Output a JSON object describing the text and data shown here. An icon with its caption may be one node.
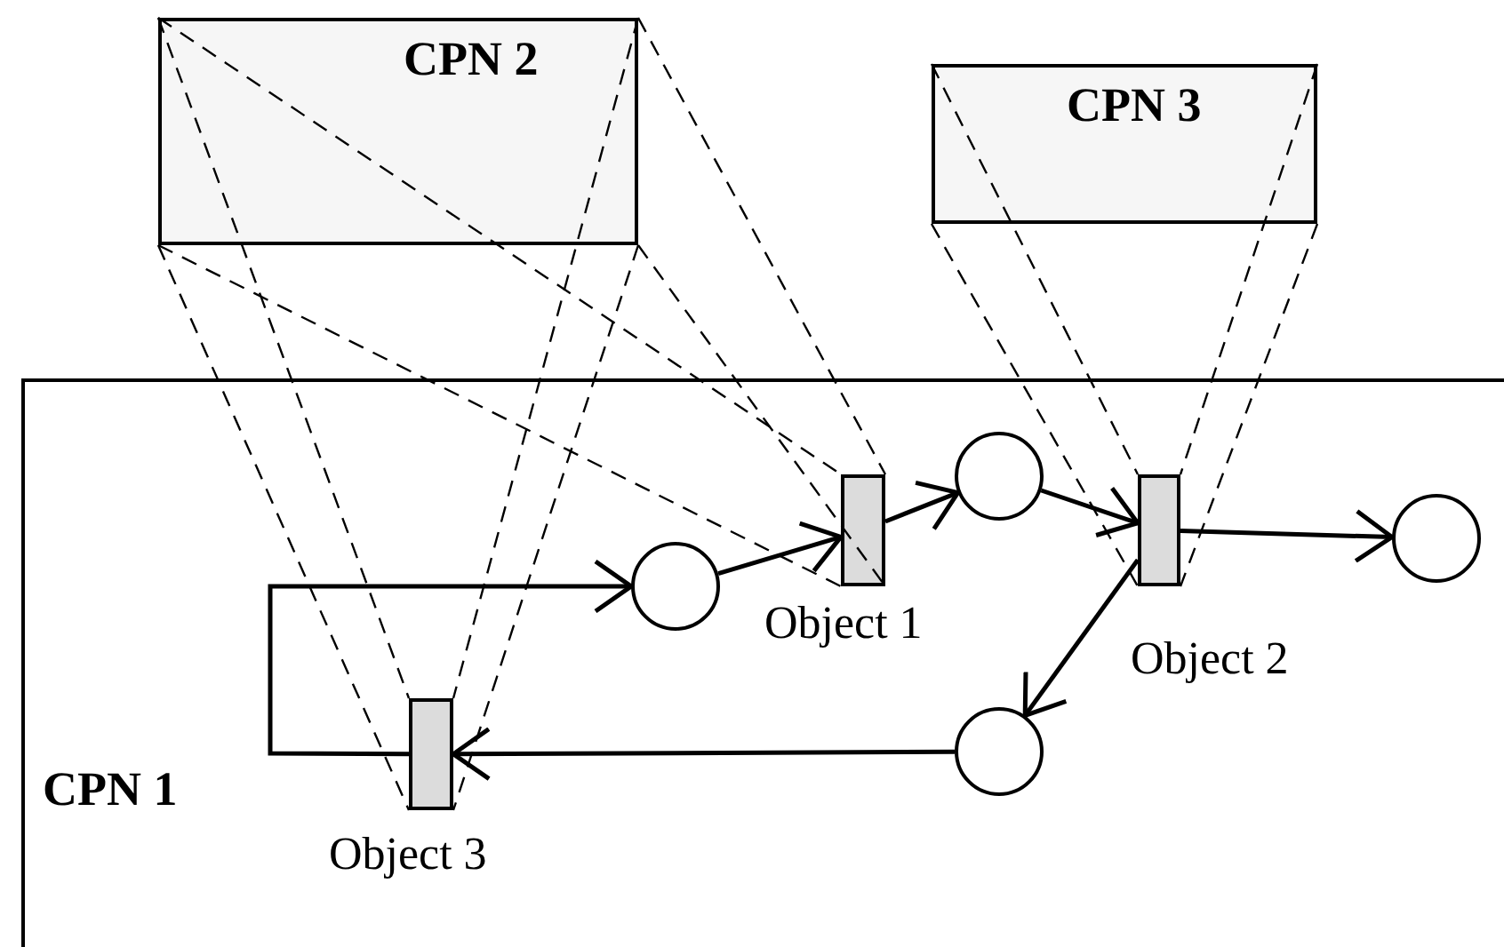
{
  "diagram": {
    "nodes": [
      {
        "text": [
          "CPN 1"
        ]
      },
      {
        "text": [
          "CPN 2"
        ]
      },
      {
        "text": [
          "CPN 3"
        ]
      },
      {
        "text": [],
        "shape": "bar",
        "in": 0,
        "beside": [
          "Object 1"
        ]
      },
      {
        "text": [],
        "shape": "circle",
        "in": 0
      },
      {
        "text": [],
        "shape": "circle",
        "in": 0
      },
      {
        "text": [],
        "shape": "bar",
        "in": 0,
        "beside": [
          "Object 2"
        ]
      },
      {
        "text": [],
        "shape": "circle",
        "in": 0
      },
      {
        "text": [],
        "shape": "circle",
        "in": 0
      },
      {
        "text": [],
        "shape": "bar",
        "in": 0,
        "beside": [
          "Object 3"
        ]
      }
    ],
    "edges": [
      {
        "from": 4,
        "to": 3,
        "arrow": "to"
      },
      {
        "from": 3,
        "to": 5,
        "arrow": "to"
      },
      {
        "from": 5,
        "to": 6,
        "arrow": "to"
      },
      {
        "from": 6,
        "to": 7,
        "arrow": "to"
      },
      {
        "from": 6,
        "to": 8,
        "arrow": "to"
      },
      {
        "from": 8,
        "to": 9,
        "arrow": "to"
      },
      {
        "from": 9,
        "to": 4,
        "arrow": "to"
      },
      {
        "from": 1,
        "to": 9,
        "arrow": "none",
        "style": "dashed"
      },
      {
        "from": 1,
        "to": 9,
        "arrow": "none",
        "style": "dashed"
      },
      {
        "from": 1,
        "to": 9,
        "arrow": "none",
        "style": "dashed"
      },
      {
        "from": 1,
        "to": 9,
        "arrow": "none",
        "style": "dashed"
      },
      {
        "from": 1,
        "to": 3,
        "arrow": "none",
        "style": "dashed"
      },
      {
        "from": 1,
        "to": 3,
        "arrow": "none",
        "style": "dashed"
      },
      {
        "from": 1,
        "to": 3,
        "arrow": "none",
        "style": "dashed"
      },
      {
        "from": 1,
        "to": 3,
        "arrow": "none",
        "style": "dashed"
      },
      {
        "from": 2,
        "to": 6,
        "arrow": "none",
        "style": "dashed"
      },
      {
        "from": 2,
        "to": 6,
        "arrow": "none",
        "style": "dashed"
      },
      {
        "from": 2,
        "to": 6,
        "arrow": "none",
        "style": "dashed"
      },
      {
        "from": 2,
        "to": 6,
        "arrow": "none",
        "style": "dashed"
      }
    ]
  }
}
